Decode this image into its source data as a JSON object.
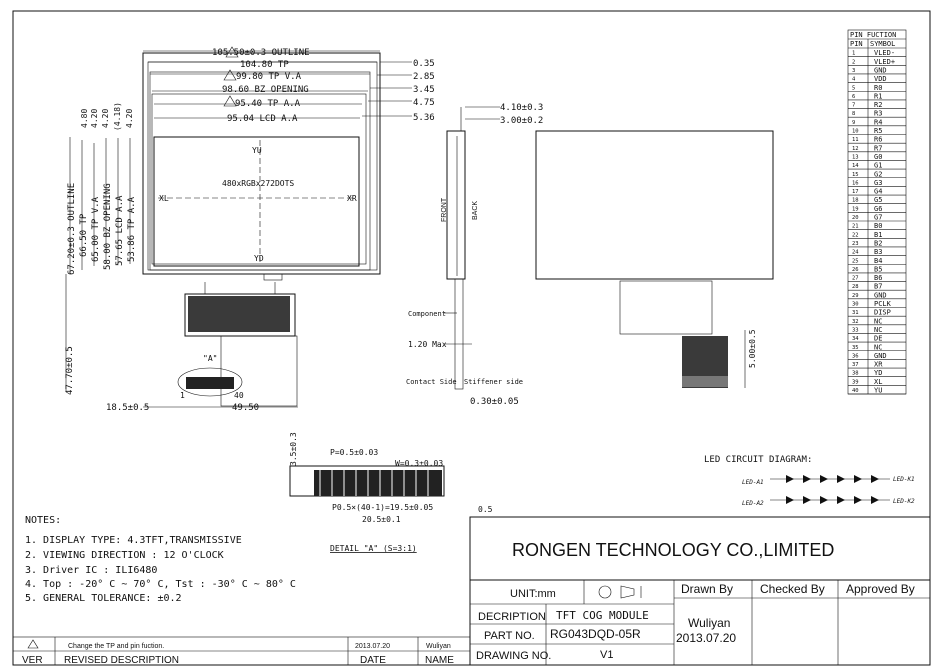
{
  "front_view": {
    "outline_w": "105.50±0.3 OUTLINE",
    "tp_w": "104.80 TP",
    "tpva_w": "99.80 TP V.A",
    "bz_w": "98.60 BZ OPENING",
    "tpaa_w": "95.40 TP A.A",
    "lcdaa_w": "95.04 LCD A.A",
    "offset_035": "0.35",
    "offset_285": "2.85",
    "offset_345": "3.45",
    "offset_475": "4.75",
    "offset_536": "5.36",
    "outline_h": "67.20±0.3 OUTLINE",
    "tp_h": "66.50 TP",
    "tpva_h": "65.00 TP V.A",
    "bz_h": "58.00 BZ OPENING",
    "lcdaa_h": "57.65 LCD A.A",
    "tpaa_h": "53.86 TP A.A",
    "v_420a": "4.20",
    "v_420b": "4.20",
    "v_418": "(4.18)",
    "v_420c": "4.20",
    "v_480": "4.80",
    "resolution": "480xRGBx272DOTS",
    "label_yu": "YU",
    "label_yd": "YD",
    "label_xl": "XL",
    "label_xr": "XR",
    "fpc_h": "47.70±0.5",
    "dim_185": "18.5±0.5",
    "dim_4950": "49.50",
    "detail_marker": "\"A\"",
    "pin_1": "1",
    "pin_40": "40"
  },
  "side_view": {
    "thick_total": "4.10±0.3",
    "thick_lcd": "3.00±0.2",
    "front": "FRONT",
    "back": "BACK",
    "component": "Component",
    "max": "1.20 Max",
    "contact_side": "Contact Side",
    "stiffener_side": "Stiffener side",
    "fpc_thk": "0.30±0.05"
  },
  "rear_view": {
    "dim_500": "5.00±0.5"
  },
  "detail": {
    "dim_35": "3.5±0.3",
    "pitch": "P=0.5±0.03",
    "width": "W=0.3±0.03",
    "total": "P0.5×(40-1)=19.5±0.05",
    "fpc_width": "20.5±0.1",
    "angle": "0.5",
    "caption": "DETAIL \"A\" (S=3:1)"
  },
  "led": {
    "title": "LED CIRCUIT DIAGRAM:",
    "a1": "LED-A1",
    "a2": "LED-A2",
    "k1": "LED-K1",
    "k2": "LED-K2"
  },
  "pin_table": {
    "title": "PIN FUCTION",
    "col_pin": "PIN",
    "col_symbol": "SYMBOL",
    "rows": [
      [
        "1",
        "VLED-"
      ],
      [
        "2",
        "VLED+"
      ],
      [
        "3",
        "GND"
      ],
      [
        "4",
        "VDD"
      ],
      [
        "5",
        "R0"
      ],
      [
        "6",
        "R1"
      ],
      [
        "7",
        "R2"
      ],
      [
        "8",
        "R3"
      ],
      [
        "9",
        "R4"
      ],
      [
        "10",
        "R5"
      ],
      [
        "11",
        "R6"
      ],
      [
        "12",
        "R7"
      ],
      [
        "13",
        "G0"
      ],
      [
        "14",
        "G1"
      ],
      [
        "15",
        "G2"
      ],
      [
        "16",
        "G3"
      ],
      [
        "17",
        "G4"
      ],
      [
        "18",
        "G5"
      ],
      [
        "19",
        "G6"
      ],
      [
        "20",
        "G7"
      ],
      [
        "21",
        "B0"
      ],
      [
        "22",
        "B1"
      ],
      [
        "23",
        "B2"
      ],
      [
        "24",
        "B3"
      ],
      [
        "25",
        "B4"
      ],
      [
        "26",
        "B5"
      ],
      [
        "27",
        "B6"
      ],
      [
        "28",
        "B7"
      ],
      [
        "29",
        "GND"
      ],
      [
        "30",
        "PCLK"
      ],
      [
        "31",
        "DISP"
      ],
      [
        "32",
        "NC"
      ],
      [
        "33",
        "NC"
      ],
      [
        "34",
        "DE"
      ],
      [
        "35",
        "NC"
      ],
      [
        "36",
        "GND"
      ],
      [
        "37",
        "XR"
      ],
      [
        "38",
        "YD"
      ],
      [
        "39",
        "XL"
      ],
      [
        "40",
        "YU"
      ]
    ]
  },
  "notes": {
    "title": "NOTES:",
    "items": [
      "1. DISPLAY TYPE: 4.3TFT,TRANSMISSIVE",
      "2. VIEWING DIRECTION : 12 O'CLOCK",
      "3. Driver IC : ILI6480",
      "4. Top : -20° C ~ 70° C, Tst : -30° C ~ 80° C",
      "5. GENERAL TOLERANCE: ±0.2"
    ]
  },
  "revision": {
    "row_text": "Change the TP and pin fuction.",
    "row_date": "2013.07.20",
    "row_name": "Wuliyan",
    "h_ver": "VER",
    "h_desc": "REVISED DESCRIPTION",
    "h_date": "DATE",
    "h_name": "NAME"
  },
  "title_block": {
    "company": "RONGEN TECHNOLOGY CO.,LIMITED",
    "unit": "UNIT:mm",
    "drawn_by": "Drawn By",
    "checked_by": "Checked By",
    "approved_by": "Approved By",
    "decription_label": "DECRIPTION",
    "decription_value": "TFT COG MODULE",
    "part_label": "PART NO.",
    "part_value": "RG043DQD-05R",
    "drawing_label": "DRAWING NO.",
    "drawing_value": "V1",
    "drawer": "Wuliyan",
    "drawn_date": "2013.07.20"
  }
}
